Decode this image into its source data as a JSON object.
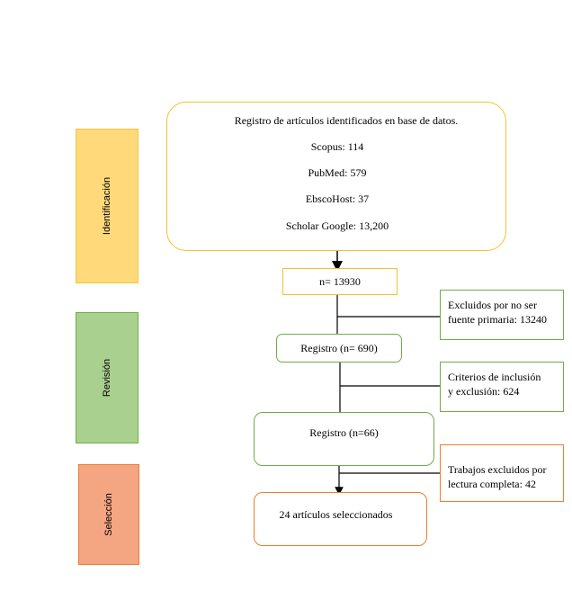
{
  "phases": {
    "identificacion": "Identificación",
    "revision": "Revisión",
    "seleccion": "Selección"
  },
  "boxes": {
    "registro_title": "Registro de artículos identificados en base de datos.",
    "sources": [
      "Scopus: 114",
      "PubMed: 579",
      "EbscoHost: 37",
      "Scholar Google: 13,200"
    ],
    "total": "n= 13930",
    "registro_690": "Registro (n= 690)",
    "registro_66": "Registro (n=66)",
    "seleccionados": "24 artículos seleccionados"
  },
  "excluded": {
    "primary_1": "Excluidos por no ser",
    "primary_2": "fuente primaria: 13240",
    "criteria_1": "Criterios de inclusión",
    "criteria_2": "y exclusión: 624",
    "reading_1": "Trabajos excluidos por",
    "reading_2": "lectura completa: 42"
  },
  "colors": {
    "identificacion_fill": "#FFD97A",
    "identificacion_border": "#F4C542",
    "revision_fill": "#A9D08E",
    "revision_border": "#70AD47",
    "seleccion_fill": "#F4A582",
    "seleccion_border": "#ED7D31",
    "yellow_border": "#F2C12E",
    "green_border": "#70AD47",
    "orange_border": "#ED7D31"
  }
}
